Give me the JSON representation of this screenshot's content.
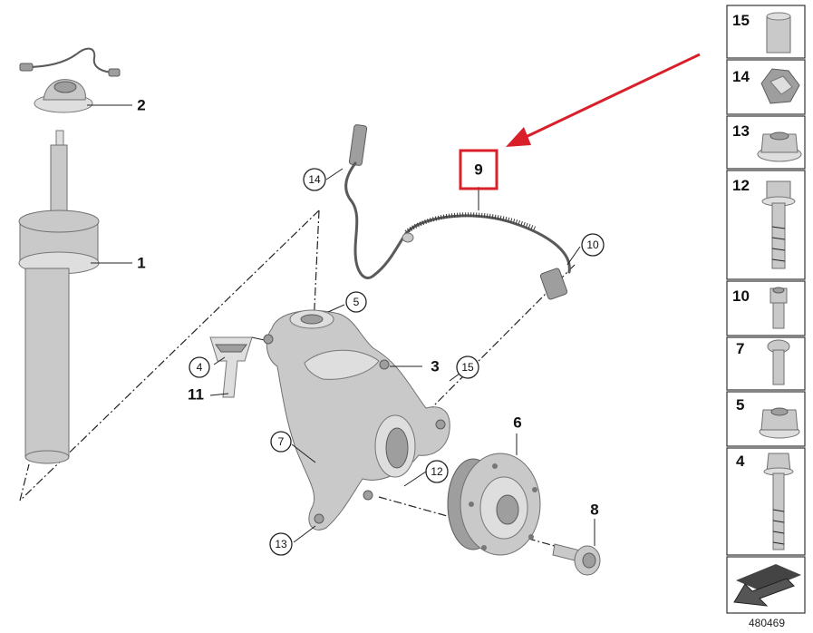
{
  "diagram": {
    "callouts_bold": [
      {
        "id": "label-1",
        "text": "1"
      },
      {
        "id": "label-2",
        "text": "2"
      },
      {
        "id": "label-3",
        "text": "3"
      },
      {
        "id": "label-6",
        "text": "6"
      },
      {
        "id": "label-8",
        "text": "8"
      },
      {
        "id": "label-9",
        "text": "9"
      },
      {
        "id": "label-11",
        "text": "11"
      }
    ],
    "callouts_circled": [
      {
        "id": "circle-4",
        "text": "4"
      },
      {
        "id": "circle-5",
        "text": "5"
      },
      {
        "id": "circle-7",
        "text": "7"
      },
      {
        "id": "circle-10",
        "text": "10"
      },
      {
        "id": "circle-12",
        "text": "12"
      },
      {
        "id": "circle-13",
        "text": "13"
      },
      {
        "id": "circle-14",
        "text": "14"
      },
      {
        "id": "circle-15",
        "text": "15"
      }
    ],
    "highlight_color": "#d9202a",
    "highlighted_part": "9"
  },
  "parts_panel": {
    "items": [
      "15",
      "14",
      "13",
      "12",
      "10",
      "7",
      "5",
      "4"
    ]
  },
  "footer": {
    "diagram_number": "480469"
  }
}
